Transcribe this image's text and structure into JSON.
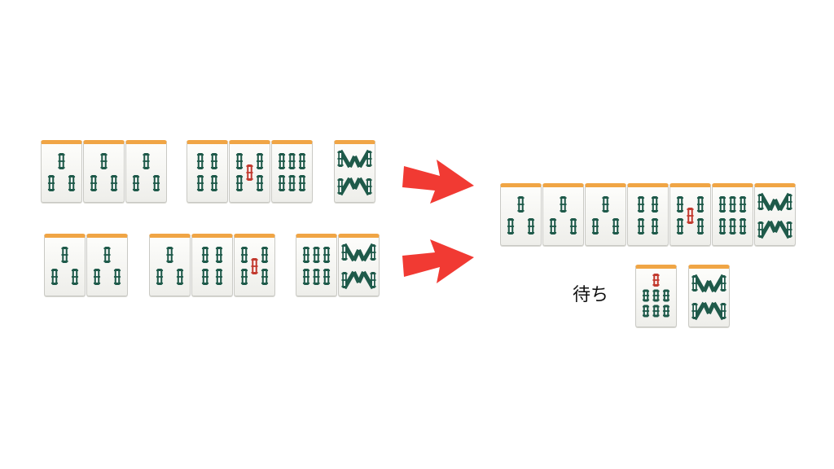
{
  "colors": {
    "stick_green": "#1f5a4a",
    "stick_red": "#c23a2f",
    "tile_top": "#f0a545",
    "arrow": "#f13a33"
  },
  "groups": {
    "top_left_a": [
      3,
      3,
      3
    ],
    "top_left_b": [
      4,
      5,
      6
    ],
    "top_left_c": [
      8
    ],
    "bottom_left_a": [
      3,
      3
    ],
    "bottom_left_b": [
      3,
      4,
      5
    ],
    "bottom_left_c": [
      6,
      8
    ]
  },
  "result_hand": [
    3,
    3,
    3,
    4,
    5,
    6,
    8
  ],
  "wait": {
    "label": "待ち",
    "tiles": [
      7,
      8
    ]
  }
}
